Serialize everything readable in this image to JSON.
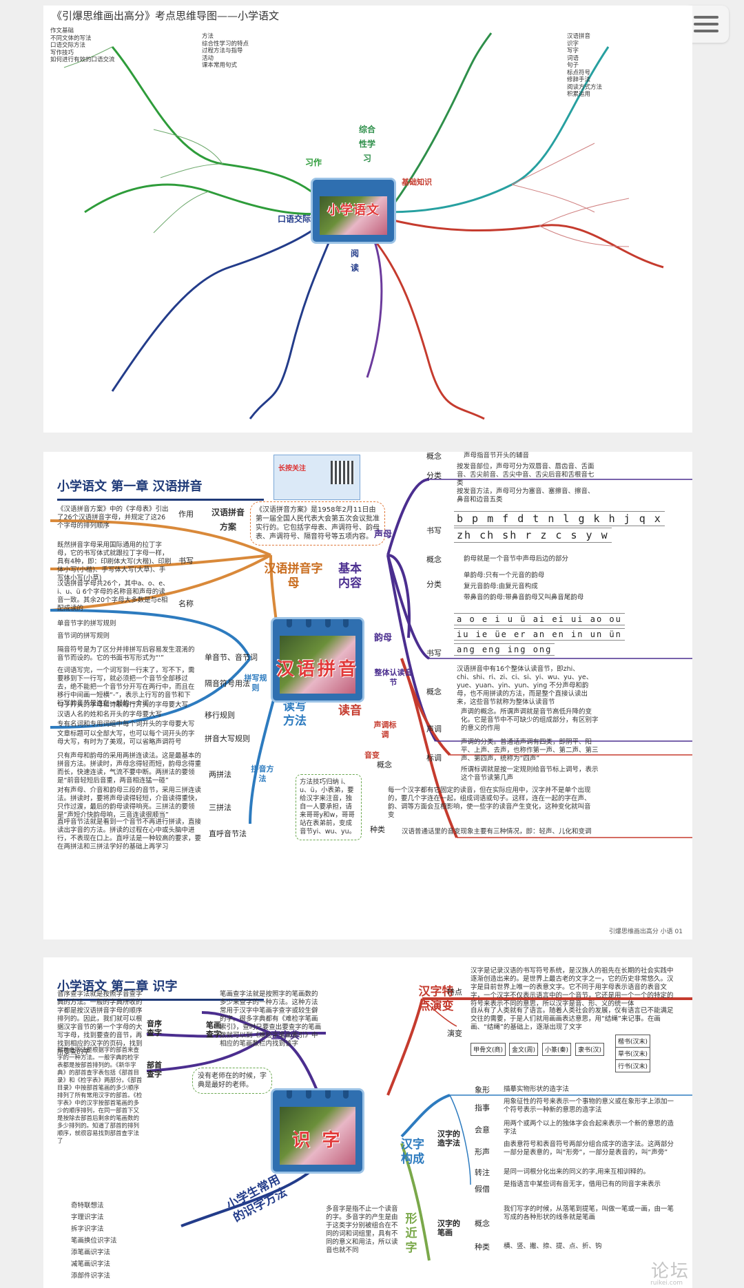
{
  "page1": {
    "title": "《引爆思维画出高分》考点思维导图——小学语文",
    "center": "小学语文",
    "branches": [
      "基础知识",
      "综合性学习",
      "口语交际",
      "阅读",
      "习作"
    ],
    "sub_left": [
      "方法",
      "综合性学习的特点",
      "过程方法与指导",
      "活动",
      "课本常用句式",
      "作文基础",
      "不同文体的写法",
      "口语交际方法",
      "写作技巧",
      "如何进行有效的口语交流"
    ],
    "sub_right": [
      "汉语拼音",
      "识字",
      "写字",
      "词语",
      "句子",
      "标点符号",
      "修辞手法",
      "阅读方式方法",
      "积累运用"
    ]
  },
  "page2": {
    "chapter_title": "小学语文   第一章   汉语拼音",
    "center": "汉语拼音",
    "qr_text": "长按关注",
    "page_footer": "引爆思维画出高分  小语  01",
    "main_nodes": [
      "汉语拼音字母",
      "基本内容",
      "读写方法",
      "读音"
    ],
    "scheme_box": "《汉语拼音方案》是1958年2月11日由第一届全国人民代表大会第五次会议批准实行的。它包括字母表、声调符号、韵母表、声调符号、隔音符号等五项内容。",
    "scheme_label": "汉语拼音方案",
    "left_labels": [
      "作用",
      "书写",
      "名称"
    ],
    "left_texts": [
      "《汉语拼音方案》中的《字母表》引出了26个汉语拼音字母，并规定了这26个字母的排列顺序",
      "既然拼音字母采用国际通用的拉丁字母，它的书写体式就跟拉丁字母一样，具有4种，即：印刷体大写(大楷)、印刷体小写(小楷)、手写体大写(大草)、手写体小写(小草)",
      "汉语拼音字母共26个，其中a、o、e、i、u、ü 6个字母的名称音和声母的读音一致。其余20个字母大多数是与e相配成读的"
    ],
    "sm_labels": [
      "概念",
      "分类",
      "书写"
    ],
    "sm_concept": "声母指音节开头的辅音",
    "sm_class1": "按发音部位，声母可分为双唇音、唇齿音、舌面音、舌尖前音、舌尖中音、舌尖后音和舌根音七类",
    "sm_class2": "按发音方法，声母可分为塞音、塞擦音、擦音、鼻音和边音五类",
    "sm_row1": "b p m f d t n l g k h j q x",
    "sm_row2": "zh ch sh r z c s y w",
    "shengmu": "声母",
    "ym_labels": [
      "概念",
      "分类",
      "书写"
    ],
    "yunmu": "韵母",
    "ym_concept": "韵母就是一个音节中声母后边的部分",
    "ym_class1": "单韵母:只有一个元音的韵母",
    "ym_class2": "复元音韵母:由复元音构成",
    "ym_class3": "带鼻音的韵母:带鼻音韵母又叫鼻音尾韵母",
    "ym_row1": "a o e i u ü ai ei ui ao ou",
    "ym_row2": "iu ie üe er an en in un ün",
    "ym_row3": "ang eng ing ong",
    "ztrd": "整体认读音节",
    "ztrd_concept": "概念",
    "ztrd_text": "汉语拼音中有16个整体认读音节，即zhi、chi、shi、ri、zi、ci、si、yi、wu、yu、ye、yue、yuan、yin、yun、ying 不分声母和韵母，也不用拼读的方法，而是整个直接认读出来，这些音节就称为整体认读音节",
    "sd_node": "声调标调",
    "sd_sub": [
      "声调",
      "标调"
    ],
    "sd_text1": "声调的概念。所谓声调就是音节高低升降的变化。它是音节中不可缺少的组成部分，有区别字的意义的作用",
    "sd_text2": "声调的分类。普通话声调有四类，即阴平、阳平、上声、去声，也称作第一声、第二声、第三声、第四声，统称为“四声”",
    "sd_text3": "所谓标调就是按一定规则给音节标上调号，表示这个音节读第几声",
    "yinbian": "音变",
    "yb_sub": [
      "概念",
      "种类"
    ],
    "yb_text1": "每一个汉字都有它固定的读音，但在实际应用中，汉字并不是单个出现的，要几个字连在一起，组成词语或句子。这样，连在一起的字在声、韵、调等方面会互相影响，使一些字的读音产生变化，这种变化就叫音变",
    "yb_text2": "汉语普通话里的音变现象主要有三种情况，即：轻声、儿化和变调",
    "pinxie": "拼写规则",
    "px_labels": [
      "单音节、音节词",
      "隔音符号用法",
      "移行规则",
      "拼音大写规则"
    ],
    "px_texts": [
      "单音节字的拼写规则",
      "音节词的拼写规则",
      "隔音符号是为了区分并排拼写后容易发生混淆的音节而设的。它的书面书写形式为“'”",
      "在词语写完，一个词写到一行末了，写不下，需要移到下一行写，就必须把一个音节全部移过去，绝不能把一个音节分开写在两行中，而且在移行中间画一短横“-”，表示上行写的音节和下行写的音节是连在一起的一个词",
      "句子开头的字母和诗歌每行开头的字母要大写",
      "汉语人名的姓和名开头的字母要大写",
      "专有名词和专用词组中每个词开头的字母要大写",
      "文章标题可以全部大写，也可以每个词开头的字母大写，有时为了美观，可以省略声调符号"
    ],
    "pinfa": "拼音方法",
    "pf_labels": [
      "两拼法",
      "三拼法",
      "直呼音节法"
    ],
    "pf_texts": [
      "只有声母和韵母的采用两拼连读法。这是最基本的拼音方法。拼读时，声母念得轻而短，韵母念得重而长，快速连读，气流不要中断。两拼法的要领是“前音轻短后音重，两音相连猛一碰”",
      "对有声母、介音和韵母三段的音节，采用三拼连读法。拼读时，要将声母读得轻短，介音读得重快，只作过渡，最后的韵母读得响亮。三拼法的要领是“声短介快韵母响，三音连读很顺当”",
      "直呼音节法就是看到一个音节不再进行拼读，直接读出字音的方法。拼读的过程在心中或头脑中进行，不表现在口上。直呼法是一种较高的要求，要在两拼法和三拼法学好的基础上再学习"
    ],
    "tips": "方法技巧归纳 i、u、ü，小表弟，要给汉字来注音，独自一人要承担，请来哥哥y和w，哥哥站在表弟前，变成音节yi、wu、yu。"
  },
  "page3": {
    "chapter_title": "小学语文   第二章   识字",
    "center": "识 字",
    "nodes": [
      "查字典",
      "汉字特点演变",
      "汉字构成",
      "形近字",
      "小学生常用的识字方法"
    ],
    "czd_labels": [
      "音序查字",
      "笔画查字",
      "部首查字"
    ],
    "czd_text1": "音序查字法就是按照字音查字典的方法。一般的字典所收的字都是按汉语拼音字母的顺序排列的。因此，我们就可以根据汉字音节的第一个字母的大写字母，找到要查的音节，再找到相应的汉字的页码，找到所要查的字",
    "czd_text2": "笔画查字法就是按照字的笔画数的多少来查字的一种方法。这种方法常用于汉字中笔画字查字或较生僻的字。很多字典都有《难检字笔画索引》，查时只要查出要查字的笔画数就可以到《难检字笔画索引》中相应的笔画数栏内找到该字",
    "czd_text3": "部首查字法是根据字的部首来查字的一种方法。一般字典的检字表都是按部首排列的。《新华字典》的部首查字表包括《部首目录》和《检字表》两部分。《部首目录》中按部首笔画的多少顺序排列了所有常用汉字的部首。《检字表》中的汉字按部首笔画的多少的顺序排列，在同一部首下又是按除去部首后剩余的笔画数的多少排列的。知道了部首的排列顺序，就很容易找到部首查字法了",
    "tip_bubble": "没有老师在的时候，字典是最好的老师。",
    "method_list": [
      "奇特联想法",
      "字理识字法",
      "拆字识字法",
      "笔画换位识字法",
      "添笔画识字法",
      "减笔画识字法",
      "添部件识字法"
    ],
    "tedian": "特点",
    "yanbian": "演变",
    "td_text": "汉字是记录汉语的书写符号系统，是汉族人的祖先在长期的社会实践中逐渐创造出来的。是世界上最古老的文字之一，它的历史非常悠久。汉字是目前世界上唯一的表意文字。它不同于用字母表示语音的表音文字，一个汉字不仅表示语言中的一个音节，它还是用一个一个的特定的符号来表示不同的意思，所以汉字是音、形、义的统一体",
    "yb_text": "自从有了人类就有了语言。随着人类社会的发展，仅有语言已不能满足交往的需要，于是人们就用画画表达意思，用“结绳”来记事。在画画、“结绳”的基础上，逐渐出现了文字",
    "evo": [
      "甲骨文(商)",
      "金文(周)",
      "小篆(秦)",
      "隶书(汉)",
      "楷书(汉末)",
      "草书(汉末)",
      "行书(汉末)"
    ],
    "gouzao_label": "汉字的造字法",
    "gz_items": [
      "象形",
      "指事",
      "会意",
      "形声",
      "转注",
      "假借"
    ],
    "gz_texts": [
      "描摹实物形状的造字法",
      "用象征性的符号来表示一个事物的意义或在象形字上添加一个符号表示一种新的意思的造字法",
      "用两个或两个以上的独体字会合起来表示一个新的意思的造字法",
      "由表意符号和表音符号两部分组合成字的造字法。这两部分一部分是表意的，叫“形旁”，一部分是表音的，叫“声旁”",
      "是同一词根分化出来的同义的字,用来互相训释的。",
      "是指语言中某些词有音无字，借用已有的同音字来表示"
    ],
    "bihua_label": "汉字的笔画",
    "bh_sub": "概念",
    "bh_text": "我们写字的时候，从落笔到提笔，叫做一笔或一画，由一笔写成的各种形状的线条就是笔画",
    "bh_kind": "种类",
    "bh_kinds": "横、竖、撇、捺、提、点、折、钩",
    "xj_text": "多音字是指不止一个读音的字。多音字的产生是由于这类字分别被组合在不同的词和词组里，具有不同的意义和用法，所以读音也就不同"
  },
  "watermark": "论坛",
  "watermark_sub": "ruikei.com"
}
